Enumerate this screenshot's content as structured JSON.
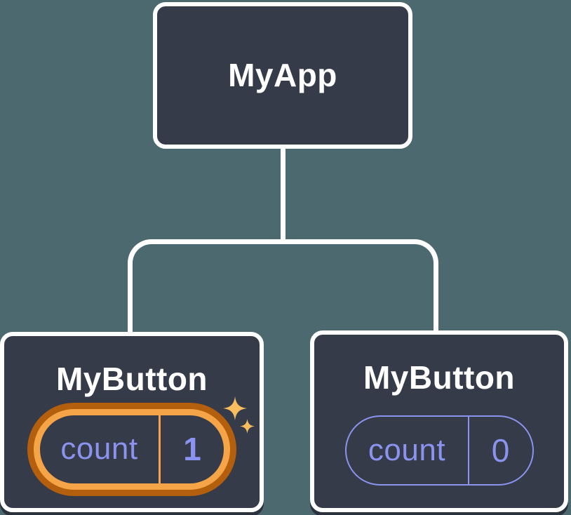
{
  "colors": {
    "background": "#4d6970",
    "node_fill": "#353b48",
    "node_border": "#ffffff",
    "label_text": "#ffffff",
    "state_purple": "#8a93ee",
    "highlight_orange_dark": "#b45f0e",
    "highlight_orange_light": "#f5a548",
    "sparkle_orange": "#f7bd5f"
  },
  "tree": {
    "root": {
      "label": "MyApp"
    },
    "children": [
      {
        "label": "MyButton",
        "highlighted": true,
        "state": {
          "name": "count",
          "value": "1"
        }
      },
      {
        "label": "MyButton",
        "highlighted": false,
        "state": {
          "name": "count",
          "value": "0"
        }
      }
    ]
  }
}
